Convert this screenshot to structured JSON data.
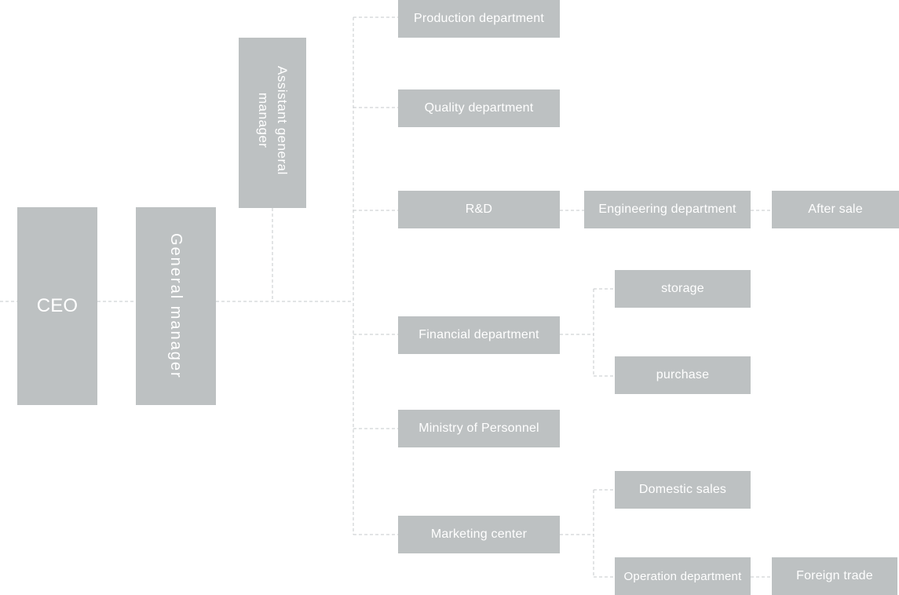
{
  "org_chart": {
    "ceo": "CEO",
    "general_manager": "General manager",
    "assistant_general_manager": "Assistant general manager",
    "departments": {
      "production": "Production department",
      "quality": "Quality department",
      "rnd": "R&D",
      "engineering": "Engineering department",
      "after_sale": "After sale",
      "financial": "Financial department",
      "storage": "storage",
      "purchase": "purchase",
      "personnel": "Ministry of Personnel",
      "marketing": "Marketing center",
      "domestic_sales": "Domestic sales",
      "operation": "Operation department",
      "foreign_trade": "Foreign trade"
    }
  },
  "colors": {
    "box_fill": "#bdc1c2",
    "box_text": "#ffffff",
    "connector": "#c6c9cb",
    "background": "#ffffff"
  }
}
